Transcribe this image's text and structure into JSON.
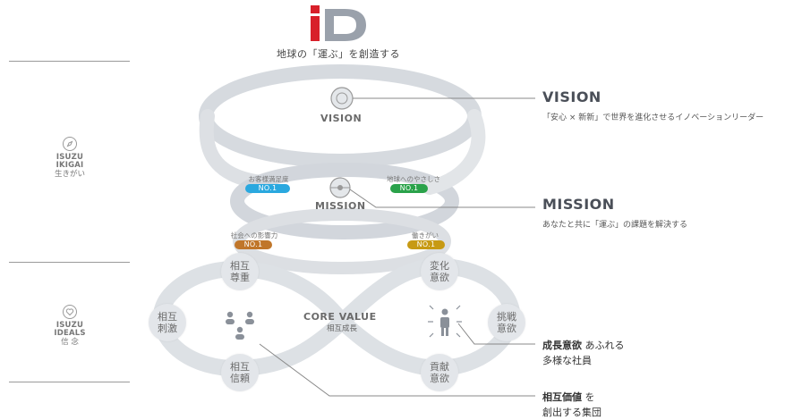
{
  "logo": {
    "text": "iD",
    "tagline": "地球の「運ぶ」を創造する"
  },
  "side": {
    "ikigai": {
      "en1": "ISUZU",
      "en2": "IKIGAI",
      "jp": "生きがい",
      "icon": "compass-icon"
    },
    "ideals": {
      "en1": "ISUZU",
      "en2": "IDEALS",
      "jp": "信 念",
      "icon": "heart-icon"
    }
  },
  "rings": {
    "vision": "VISION",
    "mission": "MISSION",
    "core_value": "CORE VALUE",
    "core_value_sub": "相互成長"
  },
  "badges": [
    {
      "caption": "お客様満足度",
      "label": "NO.1",
      "color": "#2aa8df"
    },
    {
      "caption": "地球へのやさしさ",
      "label": "NO.1",
      "color": "#2aa24a"
    },
    {
      "caption": "社会への影響力",
      "label": "NO.1",
      "color": "#c0762a"
    },
    {
      "caption": "働きがい",
      "label": "NO.1",
      "color": "#c79a14"
    }
  ],
  "nodes": {
    "mutual_respect": "相互\n尊重",
    "mutual_stimulus": "相互\n刺激",
    "mutual_trust": "相互\n信頼",
    "change_desire": "変化\n意欲",
    "challenge_desire": "挑戦\n意欲",
    "contribution_desire": "貢献\n意欲"
  },
  "right": {
    "vision_title": "VISION",
    "vision_text": "「安心 × 新新」で世界を進化させるイノベーションリーダー",
    "mission_title": "MISSION",
    "mission_text": "あなたと共に「運ぶ」の課題を解決する",
    "growth_bold": "成長意欲",
    "growth_rest": " あふれる",
    "growth_line2": "多様な社員",
    "value_bold": "相互価値",
    "value_rest": " を",
    "value_line2": "創出する集団"
  },
  "colors": {
    "brand_red": "#d8202a",
    "brand_gray": "#9aa1ab",
    "ring": "#d9dde2"
  }
}
